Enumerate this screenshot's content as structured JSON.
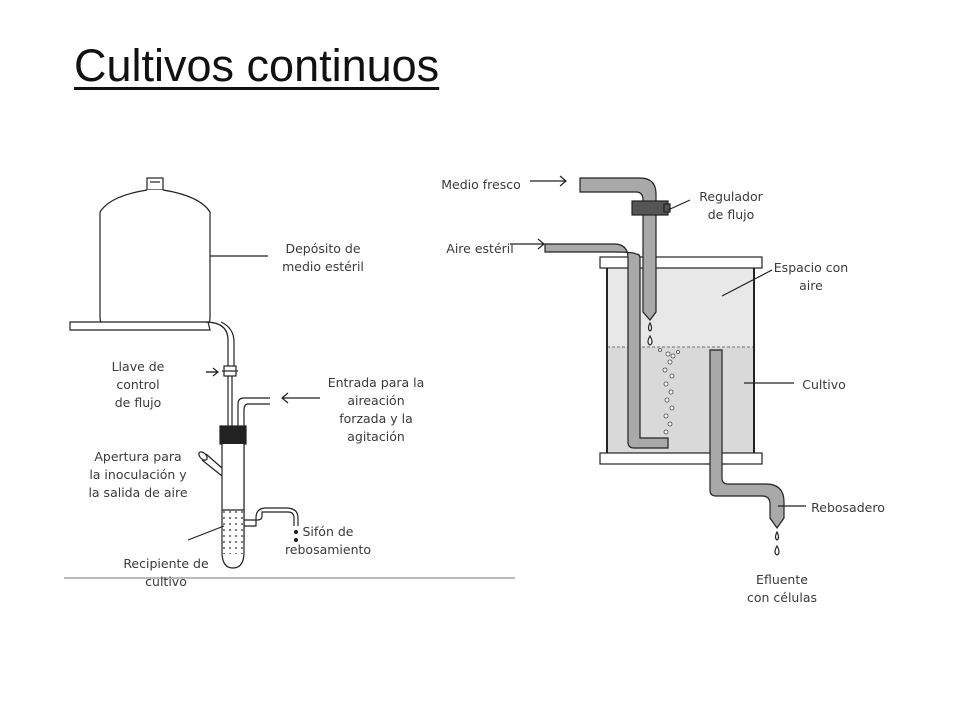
{
  "title": "Cultivos continuos",
  "left_diagram": {
    "labels": {
      "deposito": "Depósito de\nmedio estéril",
      "llave": "Llave de\ncontrol\nde flujo",
      "entrada": "Entrada para la\naireación\nforzada y la\nagitación",
      "apertura": "Apertura para\nla inoculación y\nla salida de aire",
      "sifon": "Sifón de\nrebosamiento",
      "recipiente": "Recipiente de\ncultivo"
    }
  },
  "right_diagram": {
    "labels": {
      "medio_fresco": "Medio fresco",
      "regulador": "Regulador\nde flujo",
      "aire_esteril": "Aire estéril",
      "espacio_aire": "Espacio con\naire",
      "cultivo": "Cultivo",
      "rebosadero": "Rebosadero",
      "efluente": "Efluente\ncon células"
    }
  },
  "colors": {
    "line": "#222222",
    "pipe_fill": "#a9a9a9",
    "liquid": "#d9d9d9",
    "label_text": "#3a3a3a"
  }
}
